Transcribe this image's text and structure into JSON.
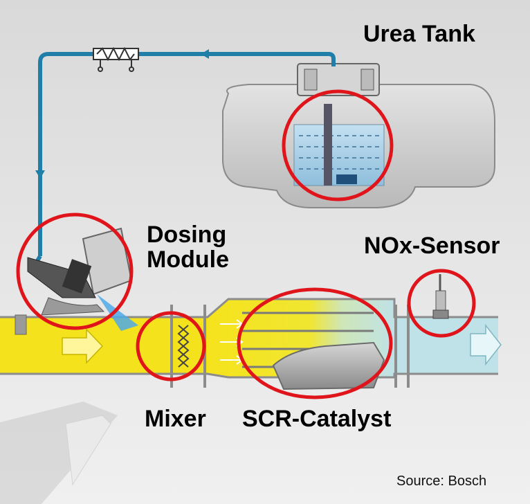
{
  "labels": {
    "urea_tank": "Urea Tank",
    "dosing_module_line1": "Dosing",
    "dosing_module_line2": "Module",
    "nox_sensor": "NOx-Sensor",
    "mixer": "Mixer",
    "scr_catalyst": "SCR-Catalyst",
    "source": "Source: Bosch"
  },
  "colors": {
    "exhaust_hot": "#f2df1a",
    "exhaust_clean": "#bfe2e8",
    "urea_line": "#1f7fa8",
    "highlight_circle": "#e0141b",
    "tank_body": "#c8c8c8",
    "fluid": "#a9cfe6"
  }
}
